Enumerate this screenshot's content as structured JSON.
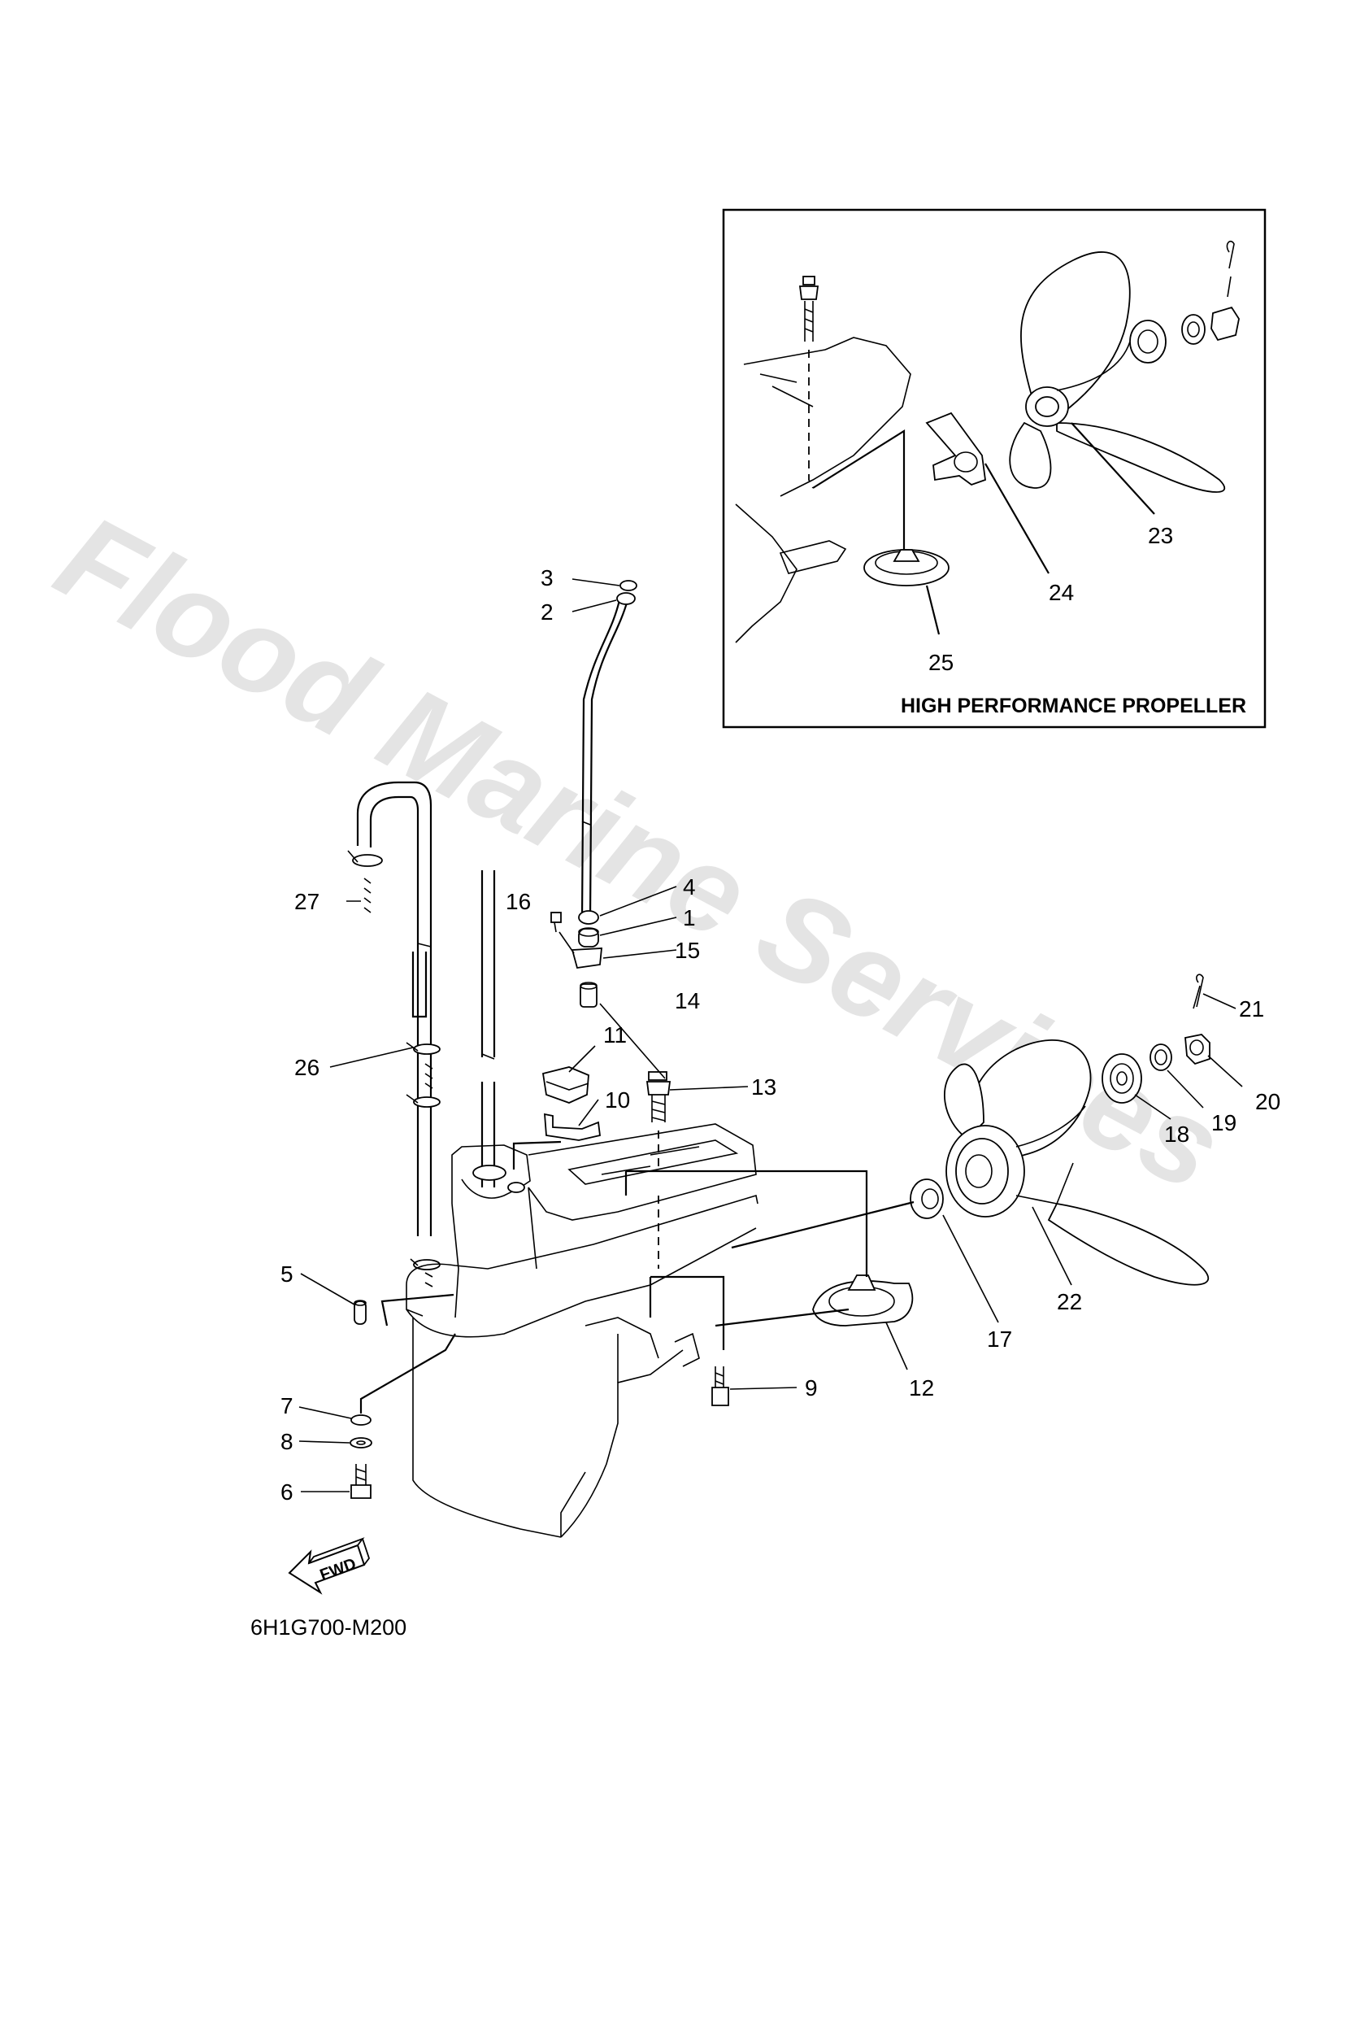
{
  "watermark": "Flood Marine Services",
  "inset": {
    "title": "HIGH PERFORMANCE PROPELLER"
  },
  "callouts": {
    "c1": "1",
    "c2": "2",
    "c3": "3",
    "c4": "4",
    "c5": "5",
    "c6": "6",
    "c7": "7",
    "c8": "8",
    "c9": "9",
    "c10": "10",
    "c11": "11",
    "c12": "12",
    "c13": "13",
    "c14": "14",
    "c15": "15",
    "c16": "16",
    "c17": "17",
    "c18": "18",
    "c19": "19",
    "c20": "20",
    "c21": "21",
    "c22": "22",
    "c23": "23",
    "c24": "24",
    "c25": "25",
    "c26": "26",
    "c27": "27"
  },
  "fwd_label": "FWD",
  "diagram_code": "6H1G700-M200"
}
